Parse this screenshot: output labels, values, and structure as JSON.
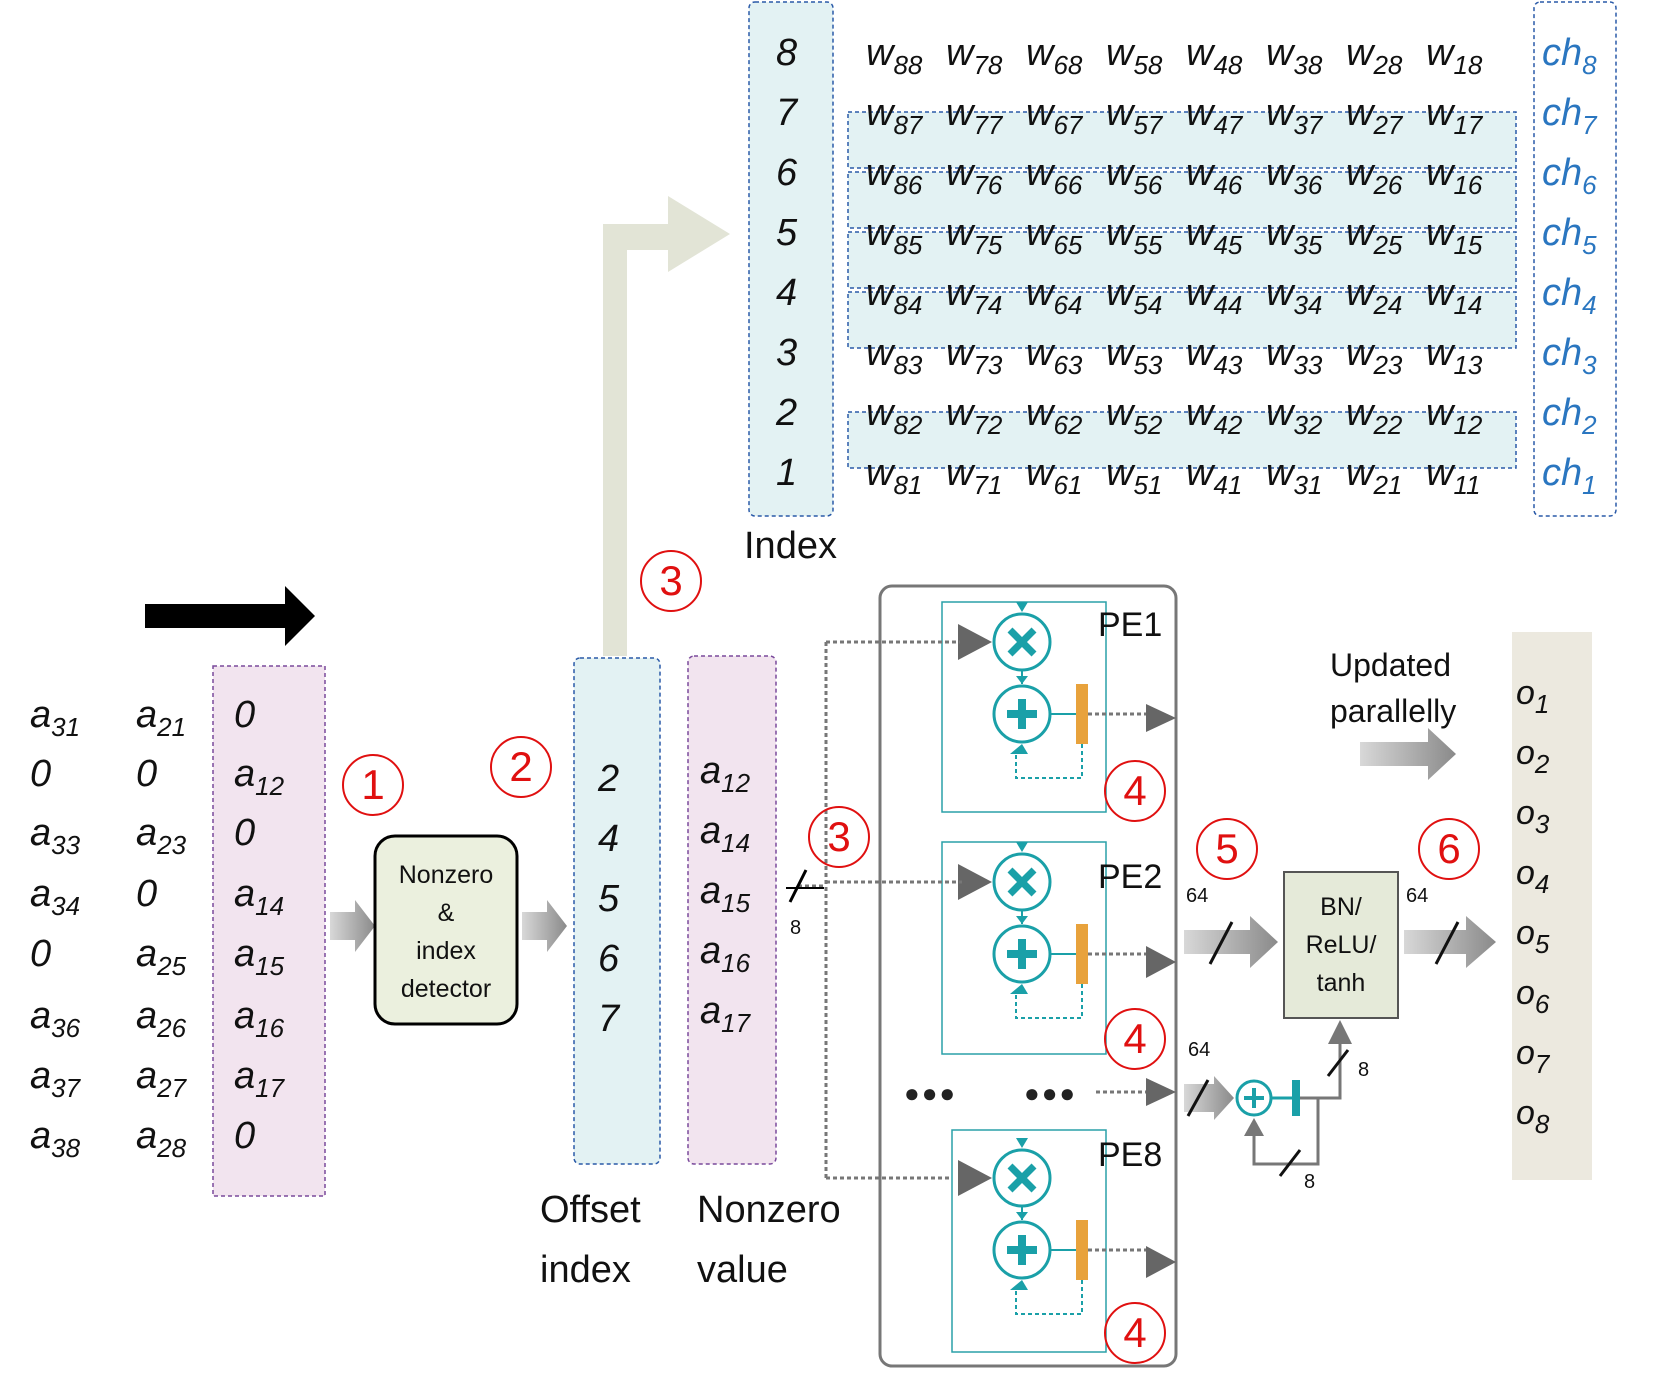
{
  "input_matrix": {
    "col_a3": [
      [
        "a",
        "31"
      ],
      [
        "0",
        ""
      ],
      [
        "a",
        "33"
      ],
      [
        "a",
        "34"
      ],
      [
        "0",
        ""
      ],
      [
        "a",
        "36"
      ],
      [
        "a",
        "37"
      ],
      [
        "a",
        "38"
      ]
    ],
    "col_a2": [
      [
        "a",
        "21"
      ],
      [
        "0",
        ""
      ],
      [
        "a",
        "23"
      ],
      [
        "0",
        ""
      ],
      [
        "a",
        "25"
      ],
      [
        "a",
        "26"
      ],
      [
        "a",
        "27"
      ],
      [
        "a",
        "28"
      ]
    ],
    "col_a1": [
      [
        "0",
        ""
      ],
      [
        "a",
        "12"
      ],
      [
        "0",
        ""
      ],
      [
        "a",
        "14"
      ],
      [
        "a",
        "15"
      ],
      [
        "a",
        "16"
      ],
      [
        "a",
        "17"
      ],
      [
        "0",
        ""
      ]
    ]
  },
  "detector": {
    "label_line1": "Nonzero",
    "label_line2": "&",
    "label_line3": "index",
    "label_line4": "detector"
  },
  "offset_index": {
    "values": [
      "2",
      "4",
      "5",
      "6",
      "7"
    ],
    "label_line1": "Offset",
    "label_line2": "index"
  },
  "nonzero_value": {
    "values": [
      [
        "a",
        "12"
      ],
      [
        "a",
        "14"
      ],
      [
        "a",
        "15"
      ],
      [
        "a",
        "16"
      ],
      [
        "a",
        "17"
      ]
    ],
    "label_line1": "Nonzero",
    "label_line2": "value"
  },
  "weight_table": {
    "index_label": "Index",
    "rows": [
      {
        "index": "8",
        "weights": [
          "88",
          "78",
          "68",
          "58",
          "48",
          "38",
          "28",
          "18"
        ],
        "ch": "8",
        "highlighted": false
      },
      {
        "index": "7",
        "weights": [
          "87",
          "77",
          "67",
          "57",
          "47",
          "37",
          "27",
          "17"
        ],
        "ch": "7",
        "highlighted": true
      },
      {
        "index": "6",
        "weights": [
          "86",
          "76",
          "66",
          "56",
          "46",
          "36",
          "26",
          "16"
        ],
        "ch": "6",
        "highlighted": true
      },
      {
        "index": "5",
        "weights": [
          "85",
          "75",
          "65",
          "55",
          "45",
          "35",
          "25",
          "15"
        ],
        "ch": "5",
        "highlighted": true
      },
      {
        "index": "4",
        "weights": [
          "84",
          "74",
          "64",
          "54",
          "44",
          "34",
          "24",
          "14"
        ],
        "ch": "4",
        "highlighted": true
      },
      {
        "index": "3",
        "weights": [
          "83",
          "73",
          "63",
          "53",
          "43",
          "33",
          "23",
          "13"
        ],
        "ch": "3",
        "highlighted": false
      },
      {
        "index": "2",
        "weights": [
          "82",
          "72",
          "62",
          "52",
          "42",
          "32",
          "22",
          "12"
        ],
        "ch": "2",
        "highlighted": true
      },
      {
        "index": "1",
        "weights": [
          "81",
          "71",
          "61",
          "51",
          "41",
          "31",
          "21",
          "11"
        ],
        "ch": "1",
        "highlighted": false
      }
    ],
    "weight_symbol": "w",
    "ch_symbol": "ch"
  },
  "pe": {
    "pe1": "PE1",
    "pe2": "PE2",
    "pe8": "PE8",
    "ellipsis": "●●●"
  },
  "post": {
    "bn_line1": "BN/",
    "bn_line2": "ReLU/",
    "bn_line3": "tanh",
    "bus_64a": "64",
    "bus_64b": "64",
    "bus_64c": "64",
    "bus_8a": "8",
    "bus_8b": "8",
    "bus_8c": "8"
  },
  "updated": {
    "line1": "Updated",
    "line2": "parallelly"
  },
  "outputs": [
    [
      "o",
      "1"
    ],
    [
      "o",
      "2"
    ],
    [
      "o",
      "3"
    ],
    [
      "o",
      "4"
    ],
    [
      "o",
      "5"
    ],
    [
      "o",
      "6"
    ],
    [
      "o",
      "7"
    ],
    [
      "o",
      "8"
    ]
  ],
  "steps": {
    "s1": "1",
    "s2": "2",
    "s3a": "3",
    "s3b": "3",
    "s4a": "4",
    "s4b": "4",
    "s4c": "4",
    "s5": "5",
    "s6": "6"
  },
  "colors": {
    "pink": "#f2e4ef",
    "blue": "#e3f2f3",
    "beige": "#ece9df",
    "teal": "#1aa0a8",
    "orange": "#e8a23c",
    "red": "#e01010",
    "chblue": "#2a76c0"
  }
}
